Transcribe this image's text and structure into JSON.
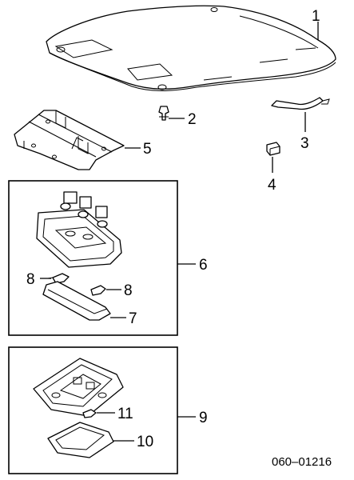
{
  "callouts": {
    "c1": "1",
    "c2": "2",
    "c3": "3",
    "c4": "4",
    "c5": "5",
    "c6": "6",
    "c7": "7",
    "c8a": "8",
    "c8b": "8",
    "c9": "9",
    "c10": "10",
    "c11": "11"
  },
  "reference_code": "060–01216"
}
